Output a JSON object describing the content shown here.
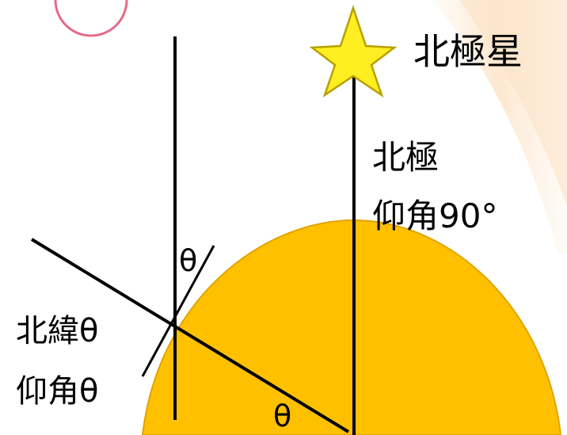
{
  "labels": {
    "polaris": "北極星",
    "north_pole": "北極",
    "elevation_90": "仰角90°",
    "latitude_theta": "北緯θ",
    "elevation_theta": "仰角θ",
    "theta_upper": "θ",
    "theta_center": "θ"
  },
  "colors": {
    "earth_fill": "#FFC000",
    "earth_stroke": "#E0A400",
    "star_fill": "#FFEE22",
    "star_stroke": "#B8A000",
    "glow_band": "#FCE0C0",
    "circle_badge": "#E56A8A",
    "line": "#000000"
  },
  "icons": {
    "star": "star-icon"
  }
}
